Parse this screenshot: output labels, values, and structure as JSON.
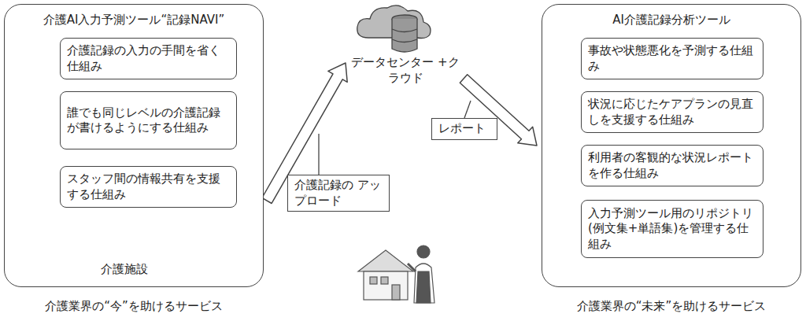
{
  "diagram": {
    "nodes": [
      {
        "text": [
          "介護AI入力予測ツール“記録NAVI”"
        ]
      },
      {
        "text": [
          "介護記録の入力の手間を省く仕組み"
        ],
        "in": 0
      },
      {
        "text": [
          "誰でも同じレベルの介護記録が書けるようにする仕組み"
        ],
        "in": 0
      },
      {
        "text": [
          "スタッフ間の情報共有を支援する仕組み"
        ],
        "in": 0
      },
      {
        "text": [
          "データセンター +クラウド"
        ]
      },
      {
        "text": [
          "AI介護記録分析ツール"
        ]
      },
      {
        "text": [
          "事故や状態悪化を予測する仕組み"
        ],
        "in": 5
      },
      {
        "text": [
          "状況に応じたケアプランの見直しを支援する仕組み"
        ],
        "in": 5
      },
      {
        "text": [
          "利用者の客観的な状況レポートを作る仕組み"
        ],
        "in": 5
      },
      {
        "text": [
          "入力予測ツール用のリポジトリ(例文集+単語集)を管理する仕組み"
        ],
        "in": 5
      }
    ],
    "edges": [
      {
        "from": 0,
        "to": 4,
        "arrow": "to",
        "label": "介護記録の アップロード"
      },
      {
        "from": 4,
        "to": 5,
        "arrow": "to",
        "label": "レポート"
      }
    ],
    "labels": [
      "介護施設",
      "介護業界の“今”を助けるサービス",
      "介護業界の“未来”を助けるサービス"
    ]
  }
}
